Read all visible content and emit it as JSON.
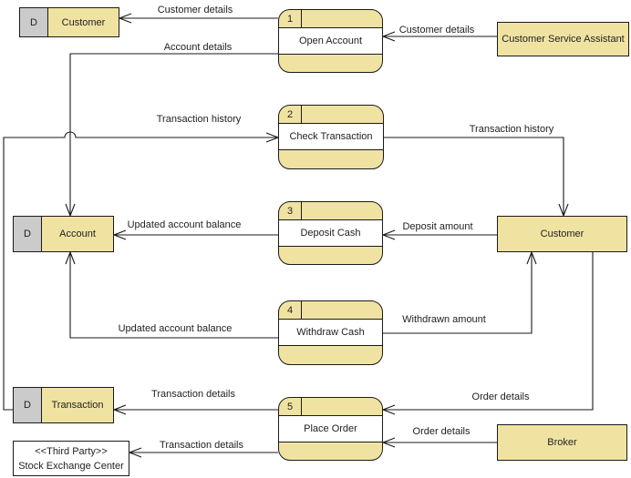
{
  "diagram_type": "data-flow-diagram",
  "colors": {
    "shape_fill": "#f0e3a2",
    "store_id_fill": "#cbcbcb",
    "process_body_fill": "#ffffff",
    "third_party_fill": "#ffffff",
    "border": "#1a1a1a",
    "line": "#1a1a1a",
    "text": "#222222"
  },
  "stores": [
    {
      "id": "D",
      "name": "Customer"
    },
    {
      "id": "D",
      "name": "Account"
    },
    {
      "id": "D",
      "name": "Transaction"
    }
  ],
  "processes": [
    {
      "num": "1",
      "name": "Open Account"
    },
    {
      "num": "2",
      "name": "Check Transaction"
    },
    {
      "num": "3",
      "name": "Deposit Cash"
    },
    {
      "num": "4",
      "name": "Withdraw Cash"
    },
    {
      "num": "5",
      "name": "Place Order"
    }
  ],
  "entities": [
    {
      "name": "Customer Service Assistant"
    },
    {
      "name": "Customer"
    },
    {
      "name": "Broker"
    },
    {
      "stereotype": "<<Third Party>>",
      "name": "Stock Exchange Center"
    }
  ],
  "flows": [
    {
      "label": "Customer details",
      "from": "Open Account",
      "to": "Customer data store"
    },
    {
      "label": "Account details",
      "from": "Open Account",
      "to": "Account data store"
    },
    {
      "label": "Customer details",
      "from": "Customer Service Assistant",
      "to": "Open Account"
    },
    {
      "label": "Transaction history",
      "from": "Transaction data store",
      "to": "Check Transaction"
    },
    {
      "label": "Transaction history",
      "from": "Check Transaction",
      "to": "Customer"
    },
    {
      "label": "Updated account balance",
      "from": "Deposit Cash",
      "to": "Account data store"
    },
    {
      "label": "Deposit amount",
      "from": "Customer",
      "to": "Deposit Cash"
    },
    {
      "label": "Withdrawn amount",
      "from": "Withdraw Cash",
      "to": "Customer"
    },
    {
      "label": "Updated account balance",
      "from": "Withdraw Cash",
      "to": "Account data store"
    },
    {
      "label": "Order details",
      "from": "Customer",
      "to": "Place Order"
    },
    {
      "label": "Order details",
      "from": "Broker",
      "to": "Place Order"
    },
    {
      "label": "Transaction details",
      "from": "Place Order",
      "to": "Transaction data store"
    },
    {
      "label": "Transaction details",
      "from": "Place Order",
      "to": "Stock Exchange Center"
    }
  ]
}
